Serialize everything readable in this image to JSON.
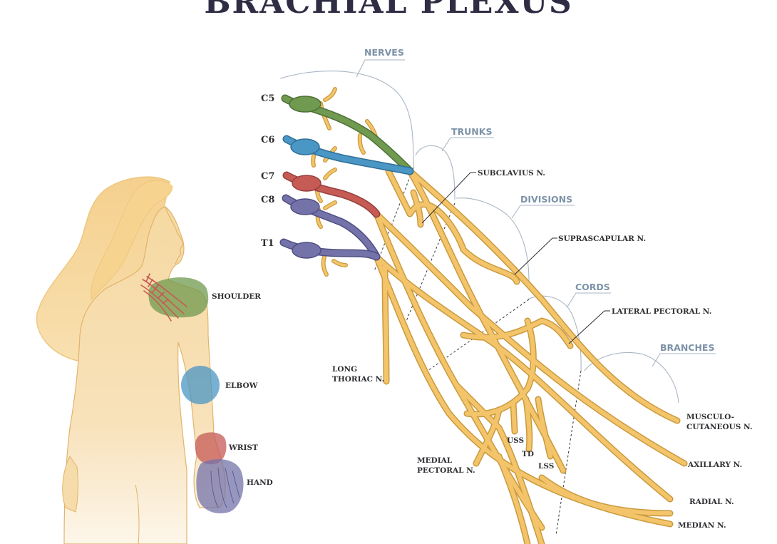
{
  "title": "BRACHIAL PLEXUS",
  "roots": [
    "C5",
    "C6",
    "C7",
    "C8",
    "T1"
  ],
  "sections": {
    "nerves": "NERVES",
    "trunks": "TRUNKS",
    "divisions": "DIVISIONS",
    "cords": "CORDS",
    "branches": "BRANCHES"
  },
  "regions": {
    "shoulder": "SHOULDER",
    "elbow": "ELBOW",
    "wrist": "WRIST",
    "hand": "HAND"
  },
  "labels": {
    "subclavius": "SUBCLAVIUS N.",
    "suprascapular": "SUPRASCAPULAR N.",
    "lateral_pectoral": "LATERAL PECTORAL N.",
    "long_thoracic_1": "LONG",
    "long_thoracic_2": "THORIAC N.",
    "uss": "USS",
    "td": "TD",
    "lss": "LSS",
    "medial_pectoral_1": "MEDIAL",
    "medial_pectoral_2": "PECTORAL N.",
    "musculo_1": "MUSCULO-",
    "musculo_2": "CUTANEOUS N.",
    "axillary": "AXILLARY N.",
    "radial": "RADIAL N.",
    "median": "MEDIAN N."
  },
  "colors": {
    "c5": "#6f9a4f",
    "c6": "#4a96c4",
    "c7": "#c65a55",
    "c8_t1": "#7473a9",
    "nerve": "#f3c46a",
    "nerve_outline": "#c99a3e",
    "shoulder": "#6f9a4f",
    "elbow": "#4a96c4",
    "wrist": "#c65a55",
    "hand": "#7473a9",
    "section_label": "#7d92a8",
    "title": "#2e2d44"
  }
}
